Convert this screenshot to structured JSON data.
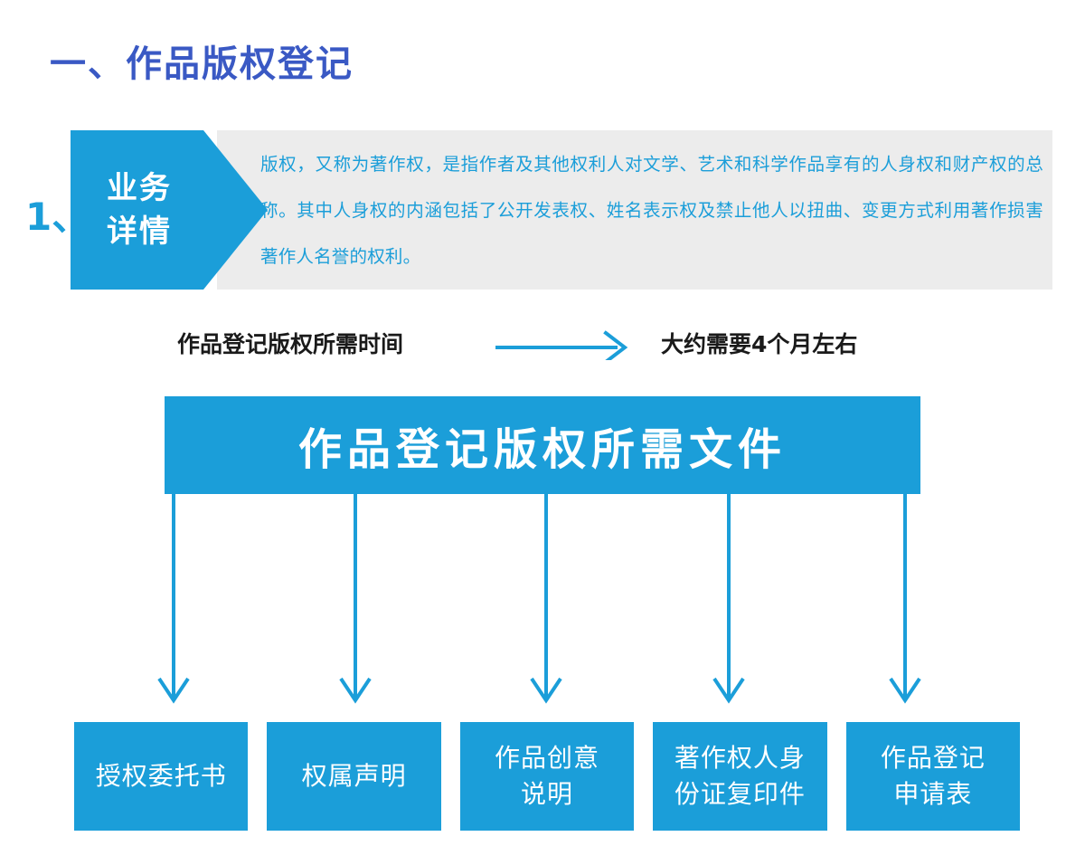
{
  "page": {
    "title": "一、作品版权登记",
    "accent_blue": "#1b9ed9",
    "title_blue": "#3a59c4",
    "panel_gray": "#ececec"
  },
  "detail_section": {
    "index": "1、",
    "tag_line1": "业务",
    "tag_line2": "详情",
    "body": "版权，又称为著作权，是指作者及其他权利人对文学、艺术和科学作品享有的人身权和财产权的总称。其中人身权的内涵包括了公开发表权、姓名表示权及禁止他人以扭曲、变更方式利用著作损害著作人名誉的权利。"
  },
  "duration": {
    "label": "作品登记版权所需时间",
    "value": "大约需要4个月左右",
    "arrow_icon": "arrow-right-icon"
  },
  "documents": {
    "header": "作品登记版权所需文件",
    "items": [
      {
        "line1": "授权委托书",
        "line2": ""
      },
      {
        "line1": "权属声明",
        "line2": ""
      },
      {
        "line1": "作品创意",
        "line2": "说明"
      },
      {
        "line1": "著作权人身",
        "line2": "份证复印件"
      },
      {
        "line1": "作品登记",
        "line2": "申请表"
      }
    ]
  }
}
